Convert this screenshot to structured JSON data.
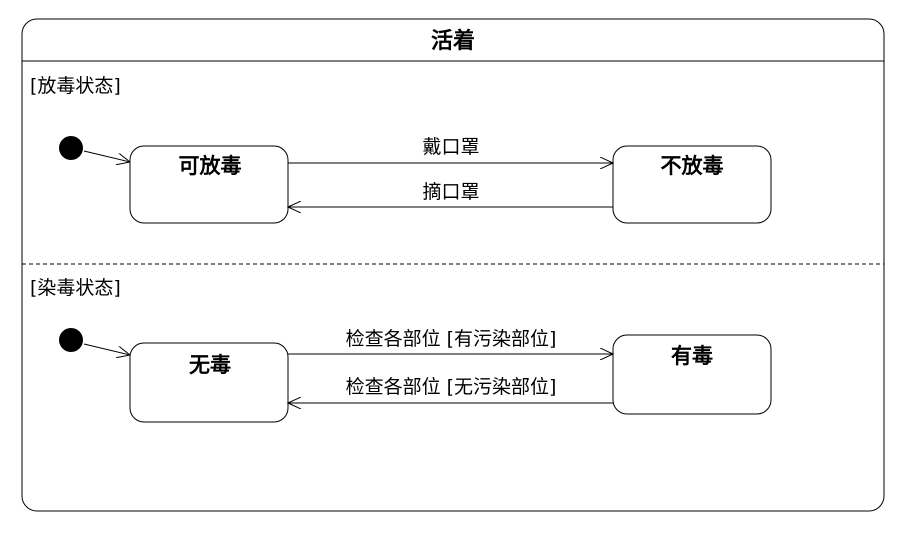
{
  "composite_state": {
    "title": "活着"
  },
  "regions": [
    {
      "label": "[放毒状态]",
      "states": [
        "可放毒",
        "不放毒"
      ],
      "transitions": [
        {
          "from": "可放毒",
          "to": "不放毒",
          "label": "戴口罩"
        },
        {
          "from": "不放毒",
          "to": "可放毒",
          "label": "摘口罩"
        }
      ]
    },
    {
      "label": "[染毒状态]",
      "states": [
        "无毒",
        "有毒"
      ],
      "transitions": [
        {
          "from": "无毒",
          "to": "有毒",
          "label": "检查各部位 [有污染部位]"
        },
        {
          "from": "有毒",
          "to": "无毒",
          "label": "检查各部位 [无污染部位]"
        }
      ]
    }
  ]
}
